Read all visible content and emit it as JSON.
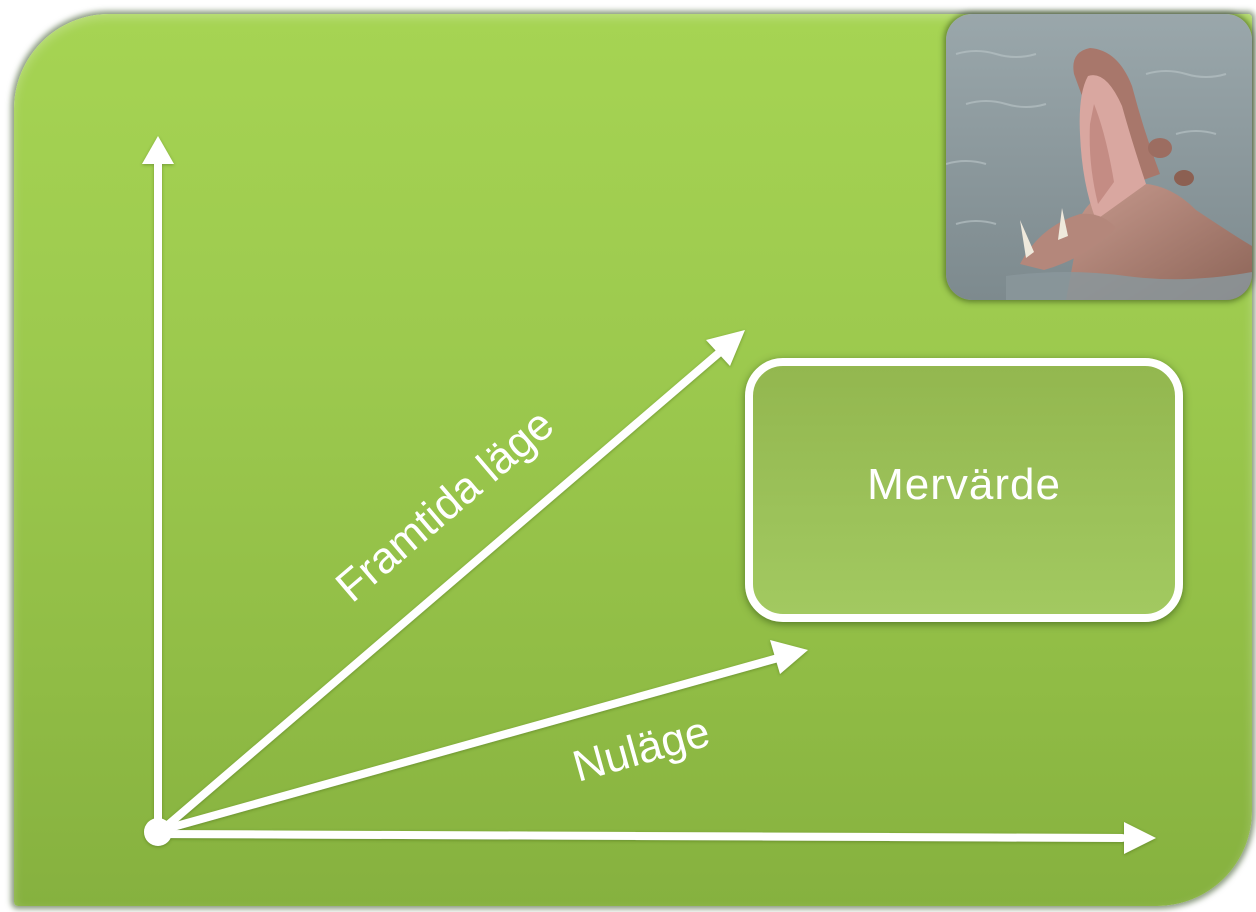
{
  "labels": {
    "future": "Framtida läge",
    "current": "Nuläge",
    "value_added": "Mervärde"
  },
  "photo": {
    "icon": "hippo-photo"
  },
  "colors": {
    "background_green": "#9cc94e",
    "box_green": "#9cc25a",
    "lines": "#ffffff",
    "water": "#8d9a9e",
    "hippo": "#b88a7e"
  }
}
